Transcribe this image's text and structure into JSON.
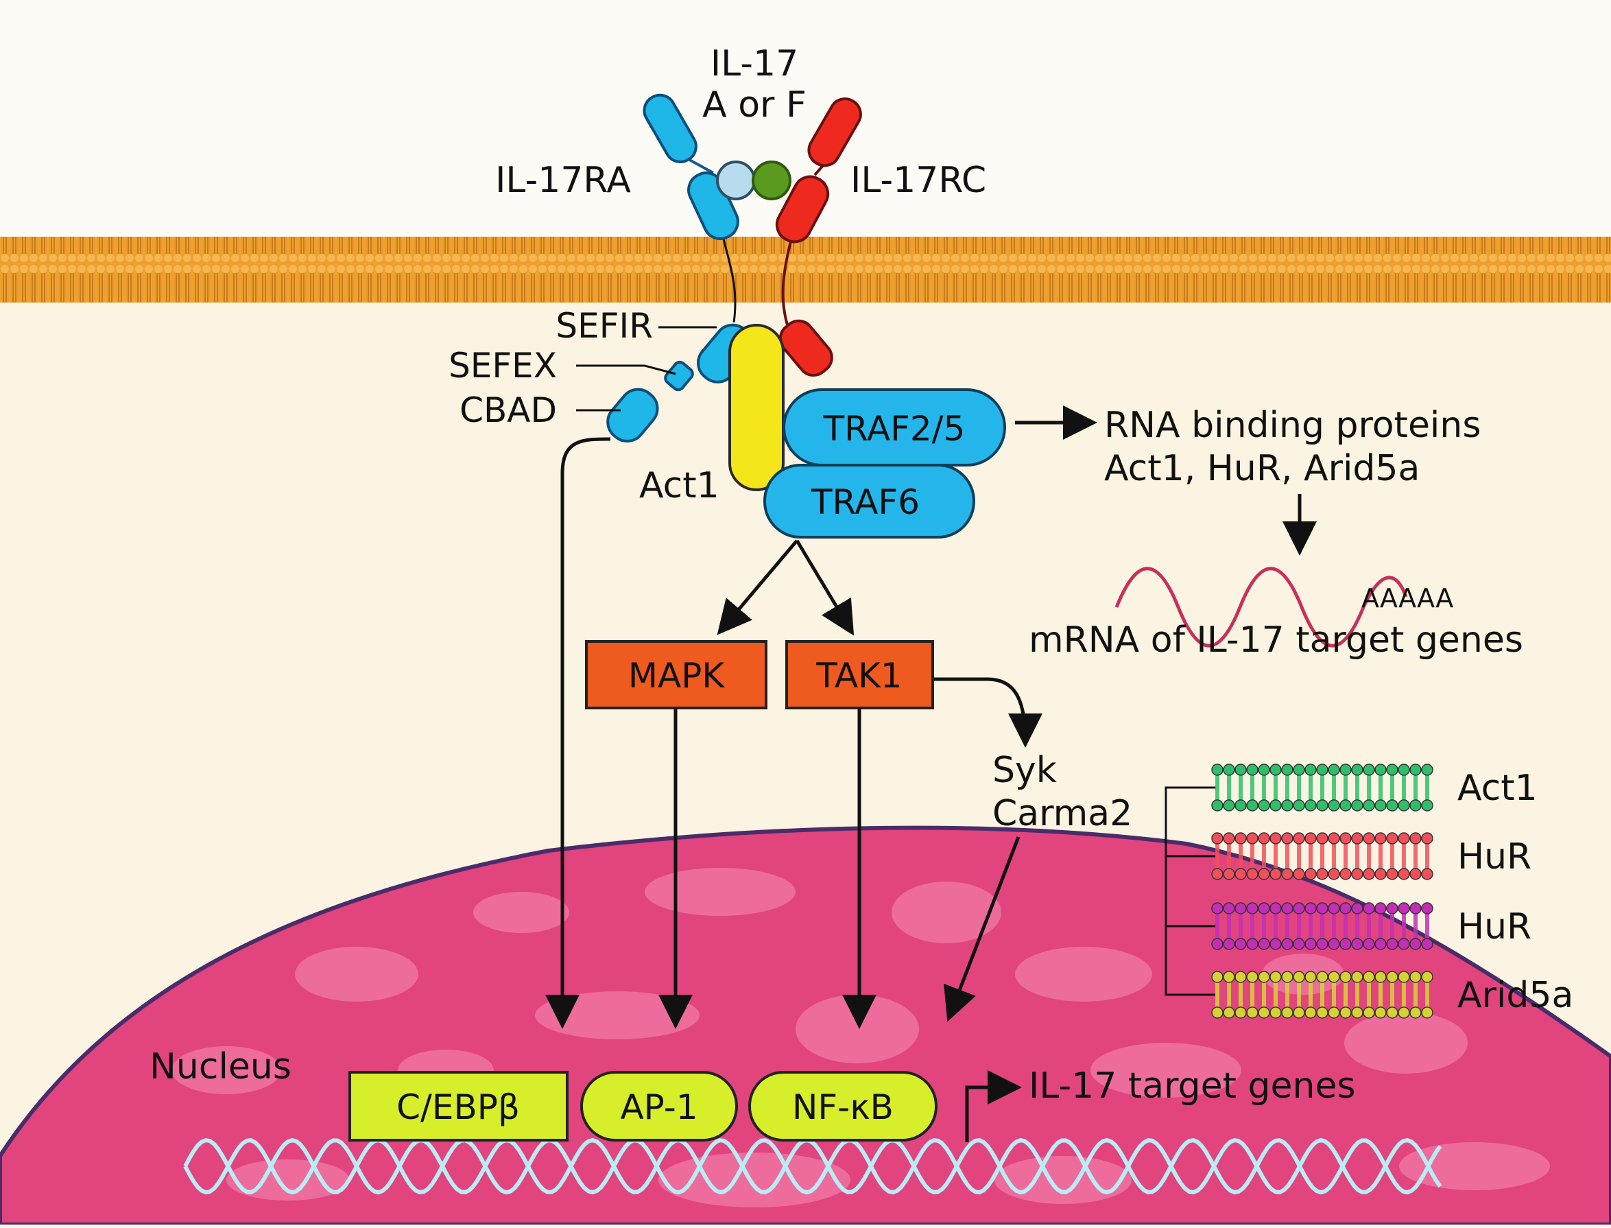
{
  "ligand": {
    "line1": "IL-17",
    "line2": "A or F"
  },
  "receptors": {
    "left": "IL-17RA",
    "right": "IL-17RC"
  },
  "domains": {
    "sefir": "SEFIR",
    "sefex": "SEFEX",
    "cbad": "CBAD"
  },
  "adaptors": {
    "act1": "Act1",
    "traf25": "TRAF2/5",
    "traf6": "TRAF6"
  },
  "kinases": {
    "mapk": "MAPK",
    "tak1": "TAK1",
    "syk_line1": "Syk",
    "syk_line2": "Carma2"
  },
  "rbp": {
    "line1": "RNA binding proteins",
    "line2": "Act1, HuR, Arid5a"
  },
  "mrna": {
    "tail": "AAAAA",
    "label": "mRNA of IL-17 target genes"
  },
  "membranes": {
    "items": [
      {
        "label": "Act1",
        "color": "#2fbf6a"
      },
      {
        "label": "HuR",
        "color": "#f0505a"
      },
      {
        "label": "HuR",
        "color": "#c22fb6"
      },
      {
        "label": "Arid5a",
        "color": "#d6d236"
      }
    ]
  },
  "nucleus": {
    "label": "Nucleus",
    "tf1": "C/EBPβ",
    "tf2": "AP-1",
    "tf3": "NF-κB",
    "target": "IL-17 target genes"
  },
  "colors": {
    "receptor_a": "#1fb6e8",
    "receptor_c": "#ee2a1e",
    "act1": "#f5e61a",
    "traf": "#24b6ea",
    "kinase": "#ef5a1f",
    "tf": "#d7ee2a",
    "nucleus": "#e2447e",
    "membrane": "#eda030",
    "mrna": "#c8305a",
    "dna": "#b9ecf4"
  }
}
